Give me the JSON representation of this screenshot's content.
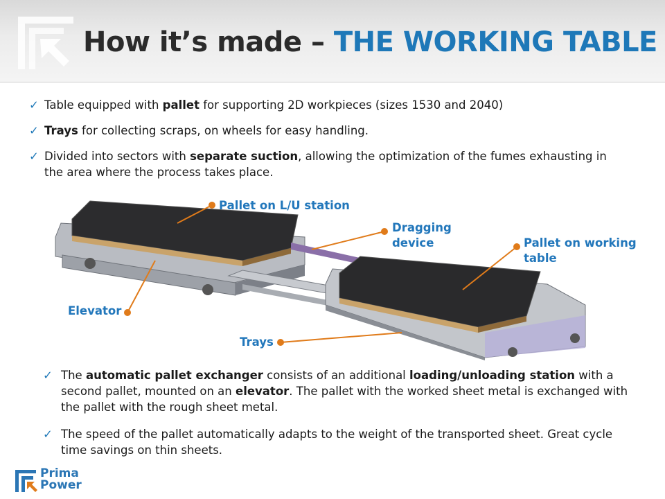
{
  "header": {
    "title_main": "How it’s made – ",
    "title_accent": "THE WORKING TABLE"
  },
  "bullets_top": [
    {
      "parts": [
        {
          "t": "Table equipped with ",
          "b": false
        },
        {
          "t": "pallet",
          "b": true
        },
        {
          "t": " for supporting 2D workpieces (sizes 1530 and 2040)",
          "b": false
        }
      ]
    },
    {
      "parts": [
        {
          "t": "Trays",
          "b": true
        },
        {
          "t": " for collecting scraps, on wheels for easy handling.",
          "b": false
        }
      ]
    },
    {
      "parts": [
        {
          "t": "Divided into sectors with ",
          "b": false
        },
        {
          "t": "separate suction",
          "b": true
        },
        {
          "t": ", allowing the optimization of the fumes exhausting in the area where the process takes place.",
          "b": false
        }
      ]
    }
  ],
  "labels": {
    "pallet_lu": "Pallet on L/U station",
    "dragging_1": "Dragging",
    "dragging_2": "device",
    "pallet_work_1": "Pallet on working",
    "pallet_work_2": "table",
    "elevator": "Elevator",
    "trays": "Trays"
  },
  "bullets_bottom": [
    {
      "parts": [
        {
          "t": " The ",
          "b": false
        },
        {
          "t": "automatic pallet exchanger",
          "b": true
        },
        {
          "t": " consists of an additional ",
          "b": false
        },
        {
          "t": "loading/unloading station",
          "b": true
        },
        {
          "t": " with a second pallet, mounted on an ",
          "b": false
        },
        {
          "t": "elevator",
          "b": true
        },
        {
          "t": ". The pallet with the worked sheet metal is exchanged with the pallet with the rough sheet metal.",
          "b": false
        }
      ]
    },
    {
      "parts": [
        {
          "t": " The speed of the pallet automatically adapts to the weight of the transported sheet. Great cycle time savings on thin sheets.",
          "b": false
        }
      ]
    }
  ],
  "brand": {
    "line1": "Prima",
    "line2": "Power"
  },
  "colors": {
    "accent": "#1e78b8",
    "callout": "#e07b1a",
    "label": "#2277bb"
  }
}
